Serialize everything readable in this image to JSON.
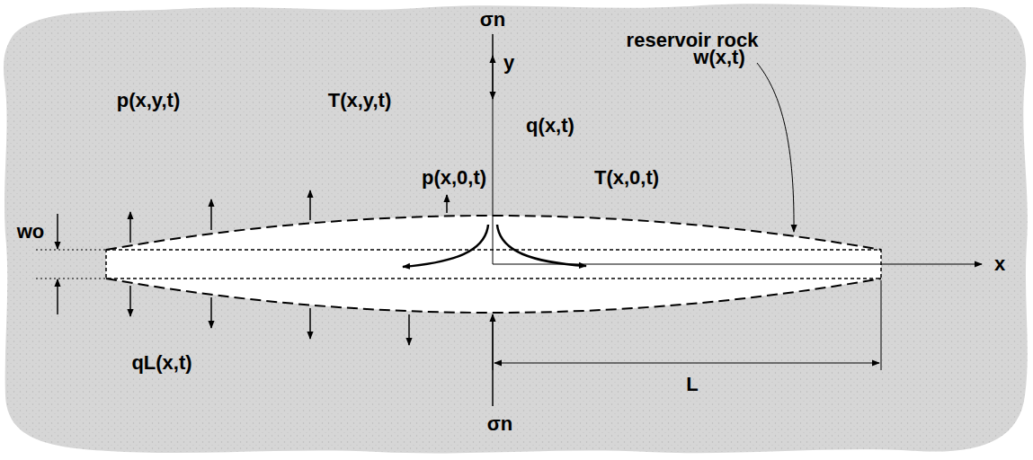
{
  "diagram": {
    "labels": [
      "reservoir rock",
      "σn",
      "y",
      "q(x,t)",
      "w(x,t)",
      "p(x,y,t)",
      "T(x,y,t)",
      "p(x,0,t)",
      "T(x,0,t)",
      "wo",
      "x",
      "qL(x,t)",
      "L",
      "σn"
    ]
  }
}
